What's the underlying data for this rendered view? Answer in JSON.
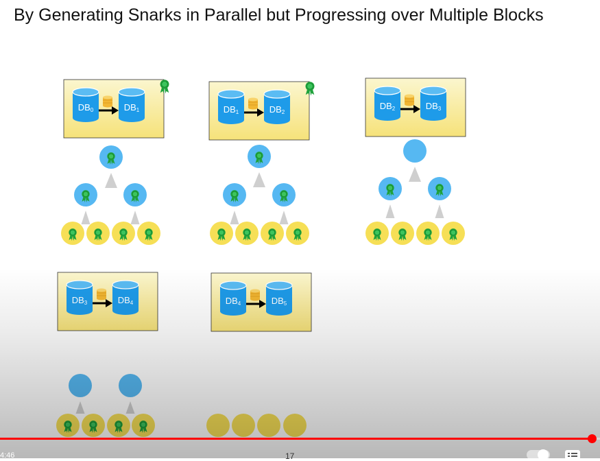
{
  "slide": {
    "title": "By Generating Snarks in Parallel but Progressing over Multiple Blocks",
    "page_number": "17",
    "transitions": [
      {
        "from": {
          "base": "DB",
          "sub": "0"
        },
        "to": {
          "base": "DB",
          "sub": "1"
        },
        "approved": true
      },
      {
        "from": {
          "base": "DB",
          "sub": "1"
        },
        "to": {
          "base": "DB",
          "sub": "2"
        },
        "approved": true
      },
      {
        "from": {
          "base": "DB",
          "sub": "2"
        },
        "to": {
          "base": "DB",
          "sub": "3"
        },
        "approved": false
      },
      {
        "from": {
          "base": "DB",
          "sub": "3"
        },
        "to": {
          "base": "DB",
          "sub": "4"
        },
        "approved": false
      },
      {
        "from": {
          "base": "DB",
          "sub": "4"
        },
        "to": {
          "base": "DB",
          "sub": "5"
        },
        "approved": false
      }
    ],
    "colors": {
      "card_top": "#fbf6cf",
      "card_bottom": "#f6e27a",
      "db_blue": "#1e9be9",
      "tree_node": "#56b8f2",
      "leaf": "#f6df56",
      "badge_green": "#1fa23c",
      "connector": "#cfcfcf"
    }
  },
  "player": {
    "current_time": "4:46",
    "progress": 0.986,
    "autoplay_on": true,
    "icons": [
      "autoplay-toggle-icon",
      "chapters-icon"
    ],
    "accent": "#ff0000"
  }
}
